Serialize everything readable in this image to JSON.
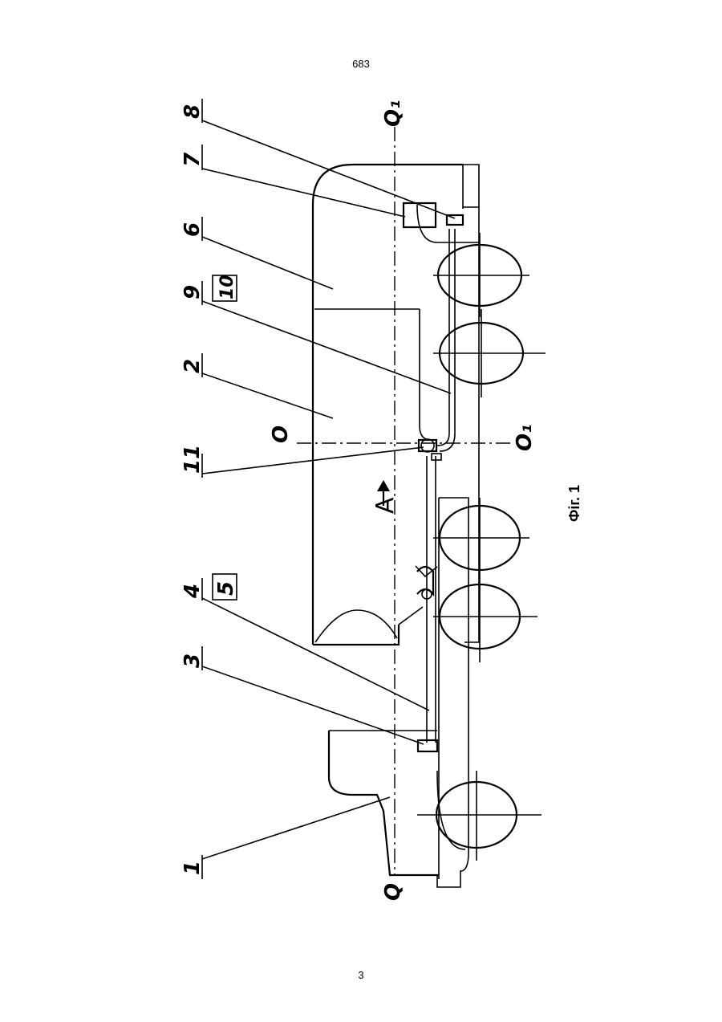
{
  "page": {
    "number_top": "683",
    "number_bottom": "3"
  },
  "figure": {
    "labels": {
      "l1": "1",
      "l2": "2",
      "l3": "3",
      "l4": "4",
      "l5": "5",
      "l6": "6",
      "l7": "7",
      "l8": "8",
      "l9": "9",
      "l10": "10",
      "l11": "11",
      "a_arrow": "A",
      "o": "O",
      "o1": "O₁",
      "q": "Q",
      "q1": "Q₁"
    },
    "caption": "Фіг. 1"
  }
}
